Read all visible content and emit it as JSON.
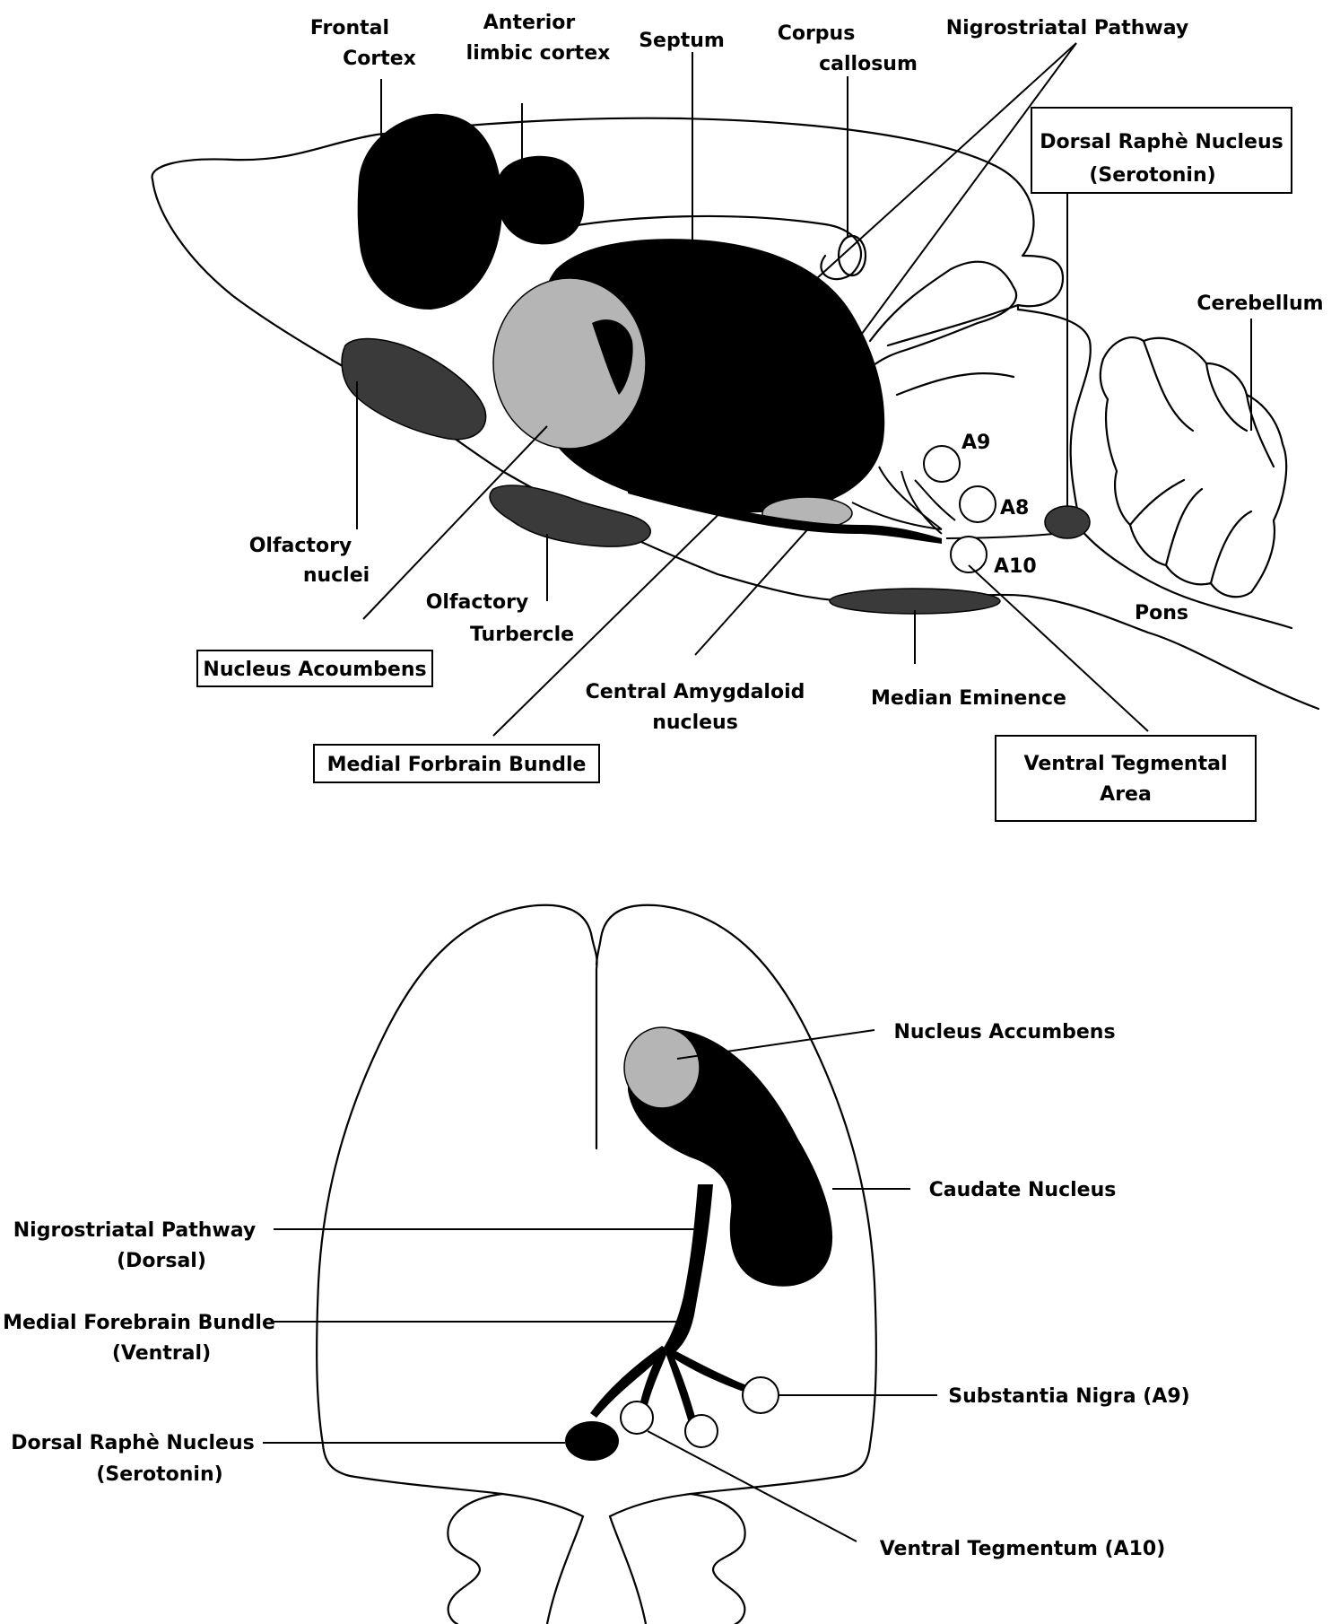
{
  "sagittal": {
    "labels": {
      "frontal_cortex_1": "Frontal",
      "frontal_cortex_2": "Cortex",
      "anterior_limbic_1": "Anterior",
      "anterior_limbic_2": "limbic cortex",
      "septum": "Septum",
      "corpus_callosum_1": "Corpus",
      "corpus_callosum_2": "callosum",
      "nigrostriatal": "Nigrostriatal Pathway",
      "dorsal_raphe_1": "Dorsal Raphè Nucleus",
      "dorsal_raphe_2": "(Serotonin)",
      "cerebellum": "Cerebellum",
      "a9": "A9",
      "a8": "A8",
      "a10": "A10",
      "pons": "Pons",
      "olfactory_nuclei_1": "Olfactory",
      "olfactory_nuclei_2": "nuclei",
      "olfactory_tubercle_1": "Olfactory",
      "olfactory_tubercle_2": "Turbercle",
      "nucleus_accumbens": "Nucleus Acoumbens",
      "central_amygdaloid_1": "Central Amygdaloid",
      "central_amygdaloid_2": "nucleus",
      "median_eminence": "Median Eminence",
      "medial_forebrain": "Medial Forbrain Bundle",
      "vta_1": "Ventral Tegmental",
      "vta_2": "Area"
    }
  },
  "horizontal": {
    "labels": {
      "nucleus_accumbens": "Nucleus Accumbens",
      "caudate": "Caudate Nucleus",
      "nigrostriatal_1": "Nigrostriatal Pathway",
      "nigrostriatal_2": "(Dorsal)",
      "mfb_1": "Medial Forebrain Bundle",
      "mfb_2": "(Ventral)",
      "substantia_nigra": "Substantia Nigra  (A9)",
      "dorsal_raphe_1": "Dorsal Raphè Nucleus",
      "dorsal_raphe_2": "(Serotonin)",
      "ventral_tegmentum": "Ventral Tegmentum (A10)"
    }
  }
}
